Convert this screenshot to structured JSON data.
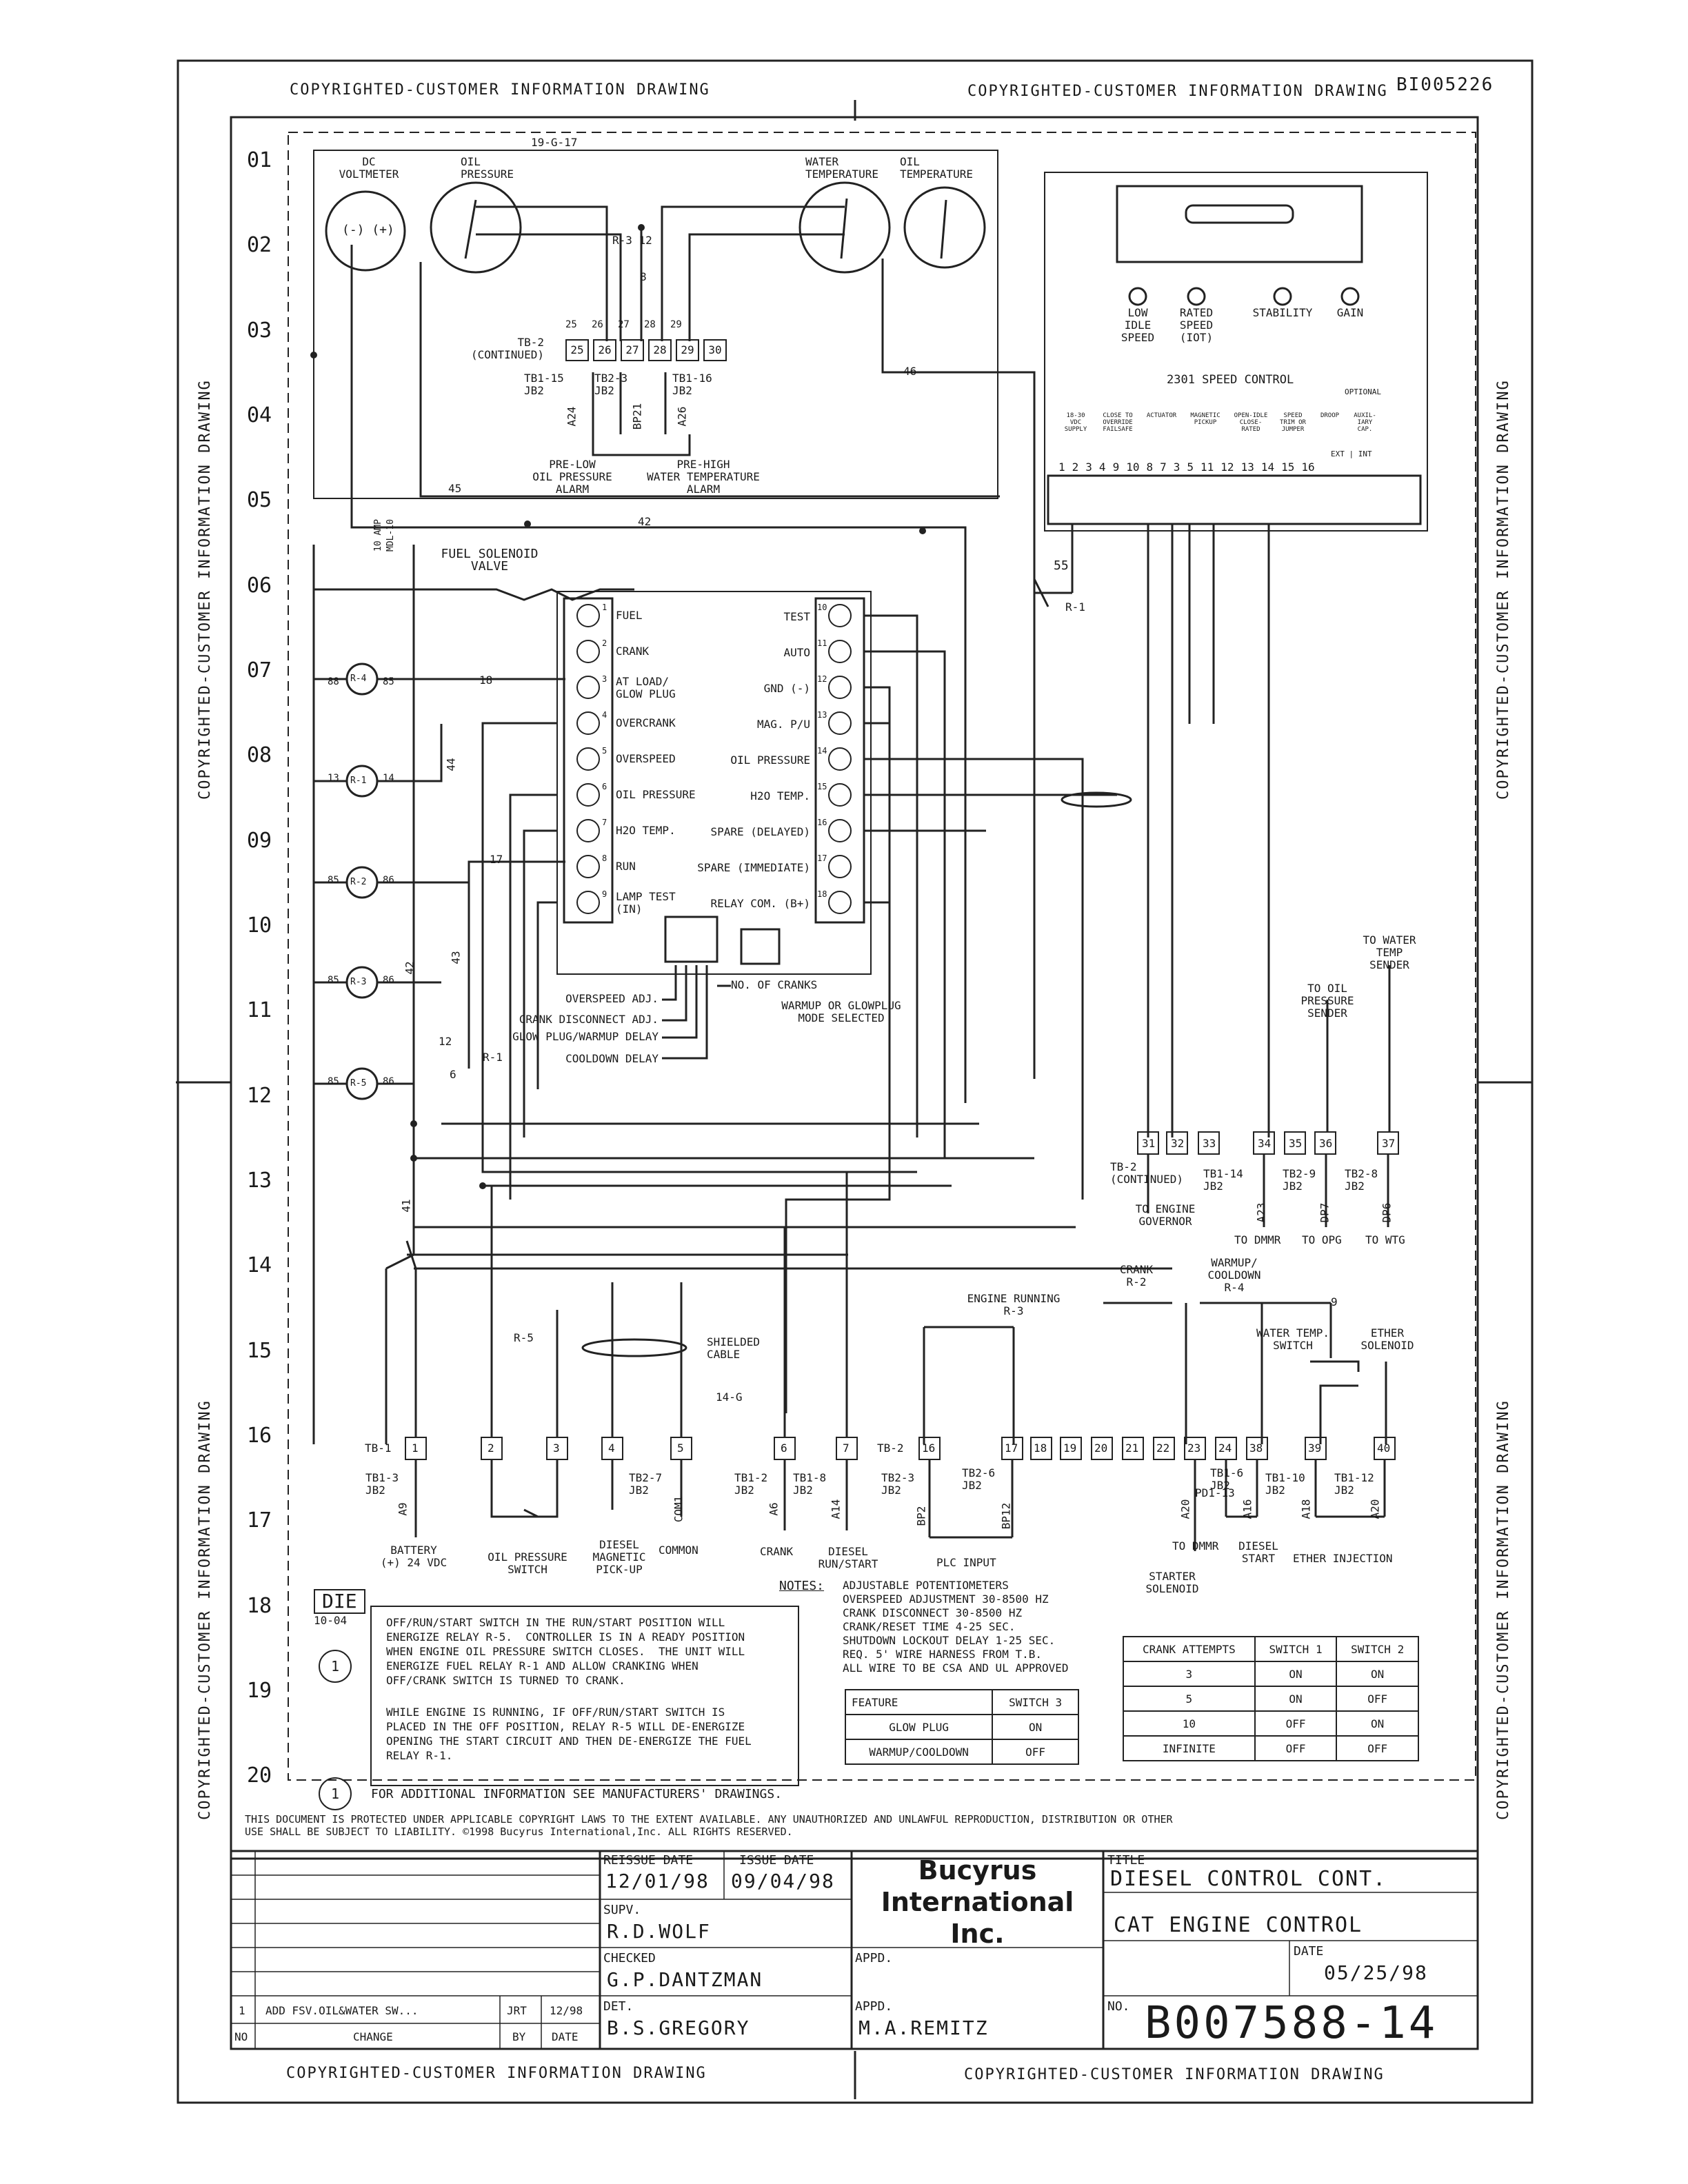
{
  "drawing_ref": "BI005226",
  "copyright_banner": "COPYRIGHTED-CUSTOMER INFORMATION DRAWING",
  "row_numbers": [
    "01",
    "02",
    "03",
    "04",
    "05",
    "06",
    "07",
    "08",
    "09",
    "10",
    "11",
    "12",
    "13",
    "14",
    "15",
    "16",
    "17",
    "18",
    "19",
    "20"
  ],
  "gauges": {
    "dc_voltmeter": "DC\nVOLTMETER",
    "voltmeter_terminals": "(-) (+)",
    "oil_pressure": "OIL\nPRESSURE",
    "water_temperature": "WATER\nTEMPERATURE",
    "oil_temperature": "OIL\nTEMPERATURE"
  },
  "top_wiring": {
    "ref_19_g_17": "19-G-17",
    "r3_12": "R-3 12",
    "wire_8": "8",
    "tb2_label": "TB-2\n(CONTINUED)",
    "tb2_terminals": [
      "25",
      "26",
      "27",
      "28",
      "29",
      "30"
    ],
    "tb2_wire_labels": [
      "25",
      "26",
      "27",
      "28",
      "29"
    ],
    "tb1_15": "TB1-15\nJB2",
    "tb2_3": "TB2-3\nJB2",
    "tb1_16": "TB1-16\nJB2",
    "a24": "A24",
    "bp21": "BP21",
    "a26": "A26",
    "pre_low_alarm": "PRE-LOW\nOIL PRESSURE\nALARM",
    "pre_high_alarm": "PRE-HIGH\nWATER TEMPERATURE\nALARM",
    "wire_45": "45",
    "wire_46": "46",
    "wire_42": "42"
  },
  "speed_control": {
    "title": "2301 SPEED CONTROL",
    "knobs": [
      "LOW\nIDLE\nSPEED",
      "RATED\nSPEED\n(IOT)",
      "STABILITY",
      "GAIN"
    ],
    "optional": "OPTIONAL",
    "group_labels": [
      "18-30\nVDC\nSUPPLY",
      "CLOSE TO\nOVERRIDE\nFAILSAFE",
      "ACTUATOR",
      "MAGNETIC\nPICKUP",
      "OPEN-IDLE\nCLOSE-\nRATED",
      "SPEED\nTRIM OR\nJUMPER",
      "DROOP",
      "AUXIL-\nIARY\nCAP."
    ],
    "terminals": [
      "1",
      "2",
      "3",
      "4",
      "9",
      "10",
      "8",
      "7",
      "3",
      "5",
      "11",
      "12",
      "13",
      "14",
      "15",
      "16"
    ],
    "ext_label": "EXT | INT",
    "wire_55": "55",
    "r1_label": "R-1"
  },
  "fuel_solenoid": {
    "label": "FUEL SOLENOID\nVALVE",
    "fuse": "10 AMP\nMDL-10"
  },
  "relays": [
    {
      "name": "R-4",
      "left": "88",
      "right": "85",
      "wire": "18"
    },
    {
      "name": "R-1",
      "left": "13",
      "right": "14",
      "wire": "44"
    },
    {
      "name": "R-2",
      "left": "85",
      "right": "86",
      "wire": "17"
    },
    {
      "name": "R-3",
      "left": "85",
      "right": "86",
      "wire": "42"
    },
    {
      "name": "R-5",
      "left": "85",
      "right": "86",
      "wire": "43"
    }
  ],
  "controller": {
    "left_terms": [
      {
        "num": "1",
        "label": "FUEL"
      },
      {
        "num": "2",
        "label": "CRANK"
      },
      {
        "num": "3",
        "label": "AT LOAD/\nGLOW PLUG"
      },
      {
        "num": "4",
        "label": "OVERCRANK"
      },
      {
        "num": "5",
        "label": "OVERSPEED"
      },
      {
        "num": "6",
        "label": "OIL PRESSURE"
      },
      {
        "num": "7",
        "label": "H2O TEMP."
      },
      {
        "num": "8",
        "label": "RUN"
      },
      {
        "num": "9",
        "label": "LAMP TEST\n(IN)"
      }
    ],
    "right_terms": [
      {
        "num": "10",
        "label": "TEST"
      },
      {
        "num": "11",
        "label": "AUTO"
      },
      {
        "num": "12",
        "label": "GND (-)"
      },
      {
        "num": "13",
        "label": "MAG. P/U"
      },
      {
        "num": "14",
        "label": "OIL PRESSURE"
      },
      {
        "num": "15",
        "label": "H2O TEMP."
      },
      {
        "num": "16",
        "label": "SPARE (DELAYED)"
      },
      {
        "num": "17",
        "label": "SPARE (IMMEDIATE)"
      },
      {
        "num": "18",
        "label": "RELAY COM. (B+)"
      }
    ],
    "no_of_cranks": "NO. OF CRANKS",
    "warmup_mode": "WARMUP OR GLOWPLUG\nMODE SELECTED",
    "pots": [
      "OVERSPEED ADJ.",
      "CRANK DISCONNECT ADJ.",
      "GLOW PLUG/WARMUP DELAY",
      "COOLDOWN DELAY"
    ]
  },
  "right_side": {
    "to_water_temp": "TO WATER\nTEMP\nSENDER",
    "to_oil_pressure": "TO OIL\nPRESSURE\nSENDER",
    "tb2_terms": [
      "31",
      "32",
      "33",
      "34",
      "35",
      "36",
      "37"
    ],
    "tb2_cont": "TB-2\n(CONTINUED)",
    "tb1_14": "TB1-14\nJB2",
    "tb2_9": "TB2-9\nJB2",
    "tb2_8": "TB2-8\nJB2",
    "a23": "A23",
    "dp7": "DP7",
    "dp6": "DP6",
    "to_engine_governor": "TO ENGINE\nGOVERNOR",
    "to_dmmr": "TO DMMR",
    "to_opg": "TO OPG",
    "to_wtg": "TO WTG",
    "crank_r2": "CRANK\nR-2",
    "warmup_r4": "WARMUP/\nCOOLDOWN\nR-4",
    "engine_running_r3": "ENGINE RUNNING\nR-3",
    "water_temp_switch": "WATER TEMP.\nSWITCH",
    "ether_solenoid": "ETHER\nSOLENOID"
  },
  "bottom": {
    "tb1_label": "TB-1",
    "tb1_terms": [
      "1",
      "2",
      "3",
      "4",
      "5",
      "6",
      "7"
    ],
    "tb2_label": "TB-2",
    "tb2_terms": [
      "16",
      "17",
      "18",
      "19",
      "20",
      "21",
      "22",
      "23",
      "24",
      "38",
      "39",
      "40"
    ],
    "shielded_cable": "SHIELDED\nCABLE",
    "ref_14_g": "14-G",
    "r5": "R-5",
    "r1": "R-1",
    "wire_12": "12",
    "wire_6": "6",
    "wire_41": "41",
    "wire_9": "9",
    "battery": "BATTERY\n(+) 24 VDC",
    "oil_pressure_switch": "OIL PRESSURE\nSWITCH",
    "diesel_mag_pickup": "DIESEL\nMAGNETIC\nPICK-UP",
    "common": "COMMON",
    "crank": "CRANK",
    "diesel_run_start": "DIESEL\nRUN/START",
    "plc_input": "PLC INPUT",
    "to_dmmr": "TO DMMR",
    "diesel_start": "DIESEL\nSTART",
    "ether_injection": "ETHER INJECTION",
    "starter_solenoid": "STARTER\nSOLENOID",
    "tb1_3": "TB1-3\nJB2",
    "tb1_2": "TB1-2\nJB2",
    "tb1_8": "TB1-8\nJB2",
    "tb2_3": "TB2-3\nJB2",
    "tb2_6": "TB2-6\nJB2",
    "tb2_7": "TB2-7\nJB2",
    "tb1_6": "TB1-6\nJB2",
    "tb1_10": "TB1-10\nJB2",
    "tb1_12": "TB1-12\nJB2",
    "a9": "A9",
    "a6": "A6",
    "a14": "A14",
    "com1": "COM1",
    "bp2": "BP2",
    "bp12": "BP12",
    "a20": "A20",
    "a16": "A16",
    "a18": "A18",
    "a20b": "A20",
    "pd1_13": "PD1-13"
  },
  "notes": {
    "heading": "NOTES:",
    "lines": [
      "ADJUSTABLE POTENTIOMETERS",
      "OVERSPEED ADJUSTMENT 30-8500 HZ",
      "CRANK DISCONNECT 30-8500 HZ",
      "CRANK/RESET TIME 4-25 SEC.",
      "SHUTDOWN LOCKOUT DELAY 1-25 SEC.",
      "REQ. 5' WIRE HARNESS FROM T.B.",
      "ALL WIRE TO BE CSA AND UL APPROVED"
    ],
    "die_stamp": "DIE",
    "die_date": "10-04",
    "revision_marker": "1",
    "para1": "OFF/RUN/START SWITCH IN THE RUN/START POSITION WILL\nENERGIZE RELAY R-5.  CONTROLLER IS IN A READY POSITION\nWHEN ENGINE OIL PRESSURE SWITCH CLOSES.  THE UNIT WILL\nENERGIZE FUEL RELAY R-1 AND ALLOW CRANKING WHEN\nOFF/CRANK SWITCH IS TURNED TO CRANK.",
    "para2": "WHILE ENGINE IS RUNNING, IF OFF/RUN/START SWITCH IS\nPLACED IN THE OFF POSITION, RELAY R-5 WILL DE-ENERGIZE\nOPENING THE START CIRCUIT AND THEN DE-ENERGIZE THE FUEL\nRELAY R-1.",
    "para3": "FOR ADDITIONAL INFORMATION SEE MANUFACTURERS' DRAWINGS."
  },
  "feature_table": {
    "headers": [
      "FEATURE",
      "SWITCH 3"
    ],
    "rows": [
      [
        "GLOW PLUG",
        "ON"
      ],
      [
        "WARMUP/COOLDOWN",
        "OFF"
      ]
    ]
  },
  "crank_table": {
    "headers": [
      "CRANK ATTEMPTS",
      "SWITCH 1",
      "SWITCH 2"
    ],
    "rows": [
      [
        "3",
        "ON",
        "ON"
      ],
      [
        "5",
        "ON",
        "OFF"
      ],
      [
        "10",
        "OFF",
        "ON"
      ],
      [
        "INFINITE",
        "OFF",
        "OFF"
      ]
    ]
  },
  "legal": "THIS DOCUMENT IS PROTECTED UNDER APPLICABLE COPYRIGHT LAWS TO THE EXTENT AVAILABLE. ANY UNAUTHORIZED AND UNLAWFUL REPRODUCTION, DISTRIBUTION OR OTHER\nUSE SHALL BE SUBJECT TO LIABILITY. ©1998 Bucyrus International,Inc. ALL RIGHTS RESERVED.",
  "title_block": {
    "reissue_date_label": "REISSUE DATE",
    "reissue_date": "12/01/98",
    "issue_date_label": "ISSUE DATE",
    "issue_date": "09/04/98",
    "company": "Bucyrus\nInternational\nInc.",
    "title_label": "TITLE",
    "title1": "DIESEL CONTROL CONT.",
    "title2": "CAT ENGINE CONTROL",
    "supv_label": "SUPV.",
    "supv": "R.D.WOLF",
    "checked_label": "CHECKED",
    "checked": "G.P.DANTZMAN",
    "appd_label": "APPD.",
    "appd2": "M.A.REMITZ",
    "date_label": "DATE",
    "date": "05/25/98",
    "det_label": "DET.",
    "det": "B.S.GREGORY",
    "no_label": "NO.",
    "drawing_no": "B007588-14",
    "rev_no": "1",
    "rev_change": "ADD FSV.OIL&WATER SW...",
    "rev_by": "JRT",
    "rev_date": "12/98",
    "col_no": "NO",
    "col_change": "CHANGE",
    "col_by": "BY",
    "col_date": "DATE"
  }
}
